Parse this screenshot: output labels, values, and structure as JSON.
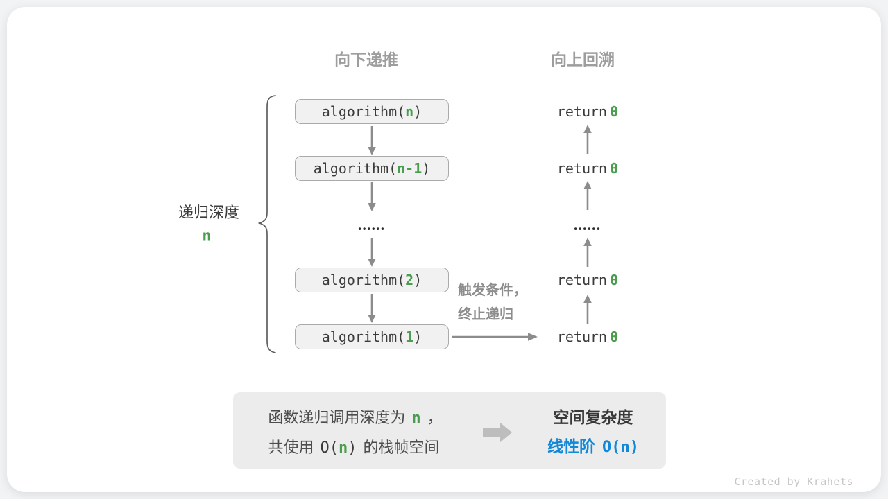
{
  "headers": {
    "downward": "向下递推",
    "upward": "向上回溯"
  },
  "depth_label": {
    "title": "递归深度",
    "value": "n"
  },
  "call_stack": {
    "boxes": [
      {
        "pre": "algorithm(",
        "arg": "n",
        "post": ")"
      },
      {
        "pre": "algorithm(",
        "arg": "n-1",
        "post": ")"
      },
      {
        "pre": "algorithm(",
        "arg": "2",
        "post": ")"
      },
      {
        "pre": "algorithm(",
        "arg": "1",
        "post": ")"
      }
    ],
    "ellipsis": "••••••"
  },
  "returns": {
    "rows": [
      {
        "keyword": "return",
        "value": "0"
      },
      {
        "keyword": "return",
        "value": "0"
      },
      {
        "keyword": "return",
        "value": "0"
      },
      {
        "keyword": "return",
        "value": "0"
      }
    ],
    "ellipsis": "••••••"
  },
  "base_case": {
    "line1": "触发条件，",
    "line2": "终止递归"
  },
  "summary": {
    "left_line1_pre": "函数递归调用深度为",
    "left_line1_arg": "n",
    "left_line1_post": "，",
    "left_line2_pre": "共使用",
    "left_line2_o_open": "O(",
    "left_line2_arg": "n",
    "left_line2_o_close": ")",
    "left_line2_post": "的栈帧空间",
    "right_title": "空间复杂度",
    "right_result_label": "线性阶",
    "right_result_big_o": "O(n)"
  },
  "watermark": "Created by Krahets",
  "colors": {
    "accent_green": "#4a9c4f",
    "accent_blue": "#1288d8",
    "arrow_gray": "#8c8c8c",
    "box_fill": "#f1f1f1",
    "box_border": "#aaaaaa",
    "summary_fill": "#ececec"
  }
}
